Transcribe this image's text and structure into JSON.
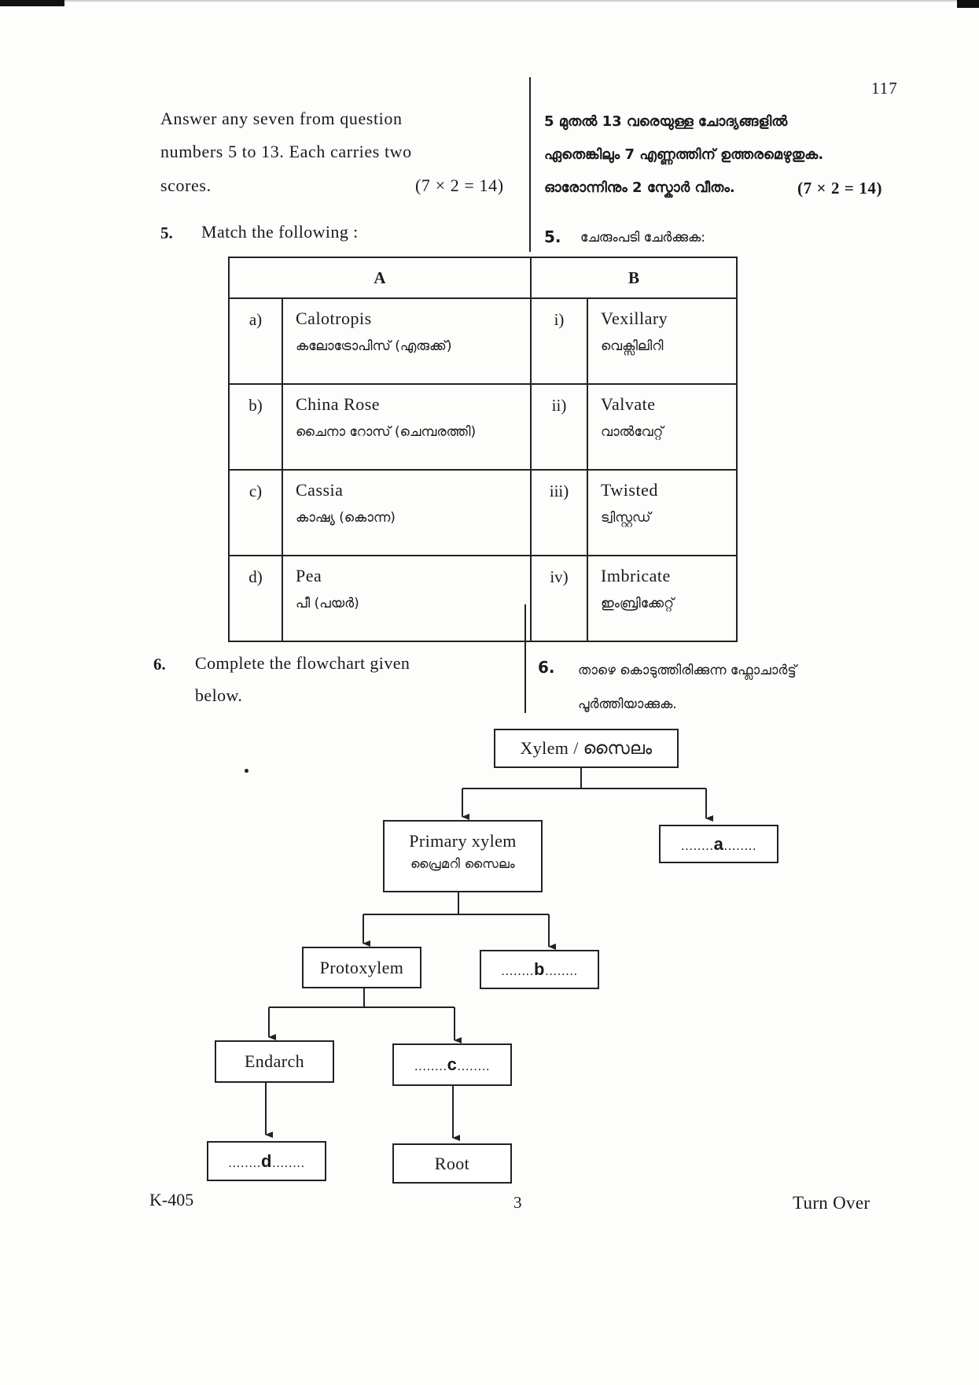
{
  "page_number": "117",
  "instructions": {
    "english": {
      "line1": "Answer any seven from question",
      "line2": "numbers 5 to 13. Each carries two",
      "line3": "scores.",
      "marks": "(7 × 2 = 14)"
    },
    "malayalam": {
      "line1": "5 മുതൽ 13 വരെയുള്ള ചോദ്യങ്ങളിൽ",
      "line2": "ഏതെങ്കിലും 7 എണ്ണത്തിന് ഉത്തരമെഴുതുക.",
      "line3": "ഓരോന്നിനും 2 സ്കോർ വീതം.",
      "marks": "(7 × 2 = 14)"
    }
  },
  "question5": {
    "number": "5.",
    "text_en": "Match the following :",
    "text_ml": "ചേരുംപടി ചേർക്കുക:",
    "table": {
      "header_a": "A",
      "header_b": "B",
      "rows": [
        {
          "label_a": "a)",
          "en_a": "Calotropis",
          "ml_a": "കലോട്രോപിസ് (എരുക്ക്)",
          "label_b": "i)",
          "en_b": "Vexillary",
          "ml_b": "വെക്സിലിറി"
        },
        {
          "label_a": "b)",
          "en_a": "China Rose",
          "ml_a": "ചൈനാ റോസ് (ചെമ്പരത്തി)",
          "label_b": "ii)",
          "en_b": "Valvate",
          "ml_b": "വാൽവേറ്റ്"
        },
        {
          "label_a": "c)",
          "en_a": "Cassia",
          "ml_a": "കാഷ്യ (കൊന്ന)",
          "label_b": "iii)",
          "en_b": "Twisted",
          "ml_b": "ട്വിസ്റ്റഡ്"
        },
        {
          "label_a": "d)",
          "en_a": "Pea",
          "ml_a": "പീ (പയർ)",
          "label_b": "iv)",
          "en_b": "Imbricate",
          "ml_b": "ഇംബ്രിക്കേറ്റ്"
        }
      ]
    }
  },
  "question6": {
    "number": "6.",
    "text_en_line1": "Complete the flowchart given",
    "text_en_line2": "below.",
    "text_ml_line1": "താഴെ കൊടുത്തിരിക്കുന്ന ഫ്ലോചാർട്ട്",
    "text_ml_line2": "പൂർത്തിയാക്കുക.",
    "flowchart": {
      "xylem": "Xylem / സൈലം",
      "primary_en": "Primary xylem",
      "primary_ml": "പ്രൈമറി സൈലം",
      "blank_a_pre": "........",
      "blank_a": "a",
      "blank_a_post": "........",
      "protoxylem": "Protoxylem",
      "blank_b_pre": "........",
      "blank_b": "b",
      "blank_b_post": "........",
      "endarch": "Endarch",
      "blank_c_pre": "........",
      "blank_c": "c",
      "blank_c_post": "........",
      "blank_d_pre": "........",
      "blank_d": "d",
      "blank_d_post": "........",
      "root": "Root"
    }
  },
  "footer": {
    "code": "K-405",
    "page": "3",
    "turn_over": "Turn Over"
  }
}
